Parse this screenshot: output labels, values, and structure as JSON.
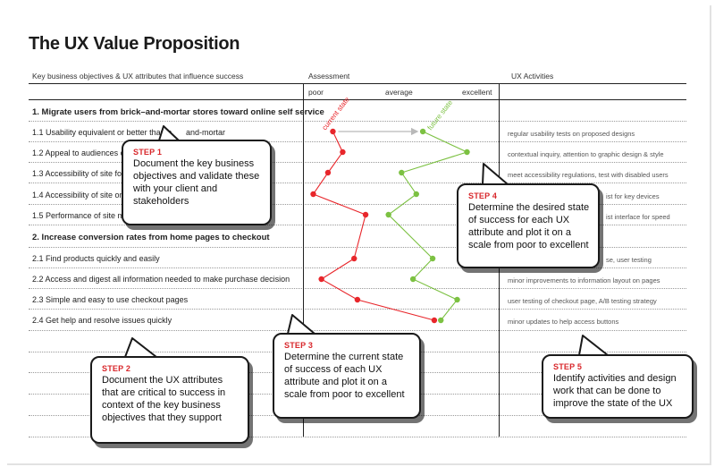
{
  "title": "The UX Value Proposition",
  "columns": {
    "objectives": "Key business objectives & UX attributes that influence success",
    "assessment": "Assessment",
    "activities": "UX Activities"
  },
  "scale": {
    "poor": "poor",
    "average": "average",
    "excellent": "excellent"
  },
  "rows": [
    {
      "id": "obj1",
      "text": "1. Migrate users from brick–and-mortar stores toward online self service",
      "type": "objective",
      "activity": ""
    },
    {
      "id": "1.1",
      "text": "1.1 Usability equivalent or better than b",
      "type": "attribute",
      "activity": "regular usability tests on proposed designs"
    },
    {
      "id": "1.1b",
      "text": "and-mortar",
      "type": "fragment",
      "activity": ""
    },
    {
      "id": "1.2",
      "text": "1.2 Appeal to audiences cu",
      "type": "attribute",
      "activity": "contextual inquiry, attention to graphic design & style"
    },
    {
      "id": "1.3",
      "text": "1.3 Accessibility of site for c",
      "type": "attribute",
      "activity": "meet accessibility regulations, test with disabled users"
    },
    {
      "id": "1.4",
      "text": "1.4  Accessibility of site on m",
      "type": "attribute",
      "activity": "ist for key devices"
    },
    {
      "id": "1.5",
      "text": "1.5  Performance of site m",
      "type": "attribute",
      "activity": "ist interface for speed"
    },
    {
      "id": "obj2",
      "text": "2. Increase conversion rates from home pages to checkout",
      "type": "objective",
      "activity": ""
    },
    {
      "id": "2.1",
      "text": "2.1 Find products quickly and easily",
      "type": "attribute",
      "activity": "se, user testing"
    },
    {
      "id": "2.2",
      "text": "2.2  Access and digest all information needed to make purchase decision",
      "type": "attribute",
      "activity": "minor improvements to information layout on pages"
    },
    {
      "id": "2.3",
      "text": "2.3  Simple and easy to use checkout pages",
      "type": "attribute",
      "activity": "user testing of checkout page, A/B testing strategy"
    },
    {
      "id": "2.4",
      "text": "2.4  Get help and resolve issues quickly",
      "type": "attribute",
      "activity": "minor updates to help access buttons"
    }
  ],
  "chart_data": {
    "type": "line",
    "x_scale": [
      "poor",
      "average",
      "excellent"
    ],
    "x_range": [
      0,
      1
    ],
    "categories": [
      "1.1",
      "1.2",
      "1.3",
      "1.4",
      "1.5",
      "2.1",
      "2.2",
      "2.3",
      "2.4"
    ],
    "series": [
      {
        "name": "current state",
        "color": "#e8262b",
        "values": [
          0.15,
          0.21,
          0.12,
          0.03,
          0.35,
          0.28,
          0.08,
          0.3,
          0.77
        ]
      },
      {
        "name": "future state",
        "color": "#7cc142",
        "values": [
          0.7,
          0.97,
          0.57,
          0.66,
          0.49,
          0.76,
          0.64,
          0.91,
          0.81
        ]
      }
    ],
    "connector": {
      "from": "current state",
      "to": "future state",
      "row": "1.1",
      "color": "#b9b9b9"
    }
  },
  "callouts": [
    {
      "id": "step1",
      "step": "STEP 1",
      "text": "Document the key  business objectives and validate these with your client and stakeholders"
    },
    {
      "id": "step2",
      "step": "STEP 2",
      "text": "Document the UX attributes that are critical to success in context of the key business objectives that they support"
    },
    {
      "id": "step3",
      "step": "STEP 3",
      "text": "Determine the current state of success of each UX attribute and plot it on a scale from poor to excellent"
    },
    {
      "id": "step4",
      "step": "STEP 4",
      "text": "Determine the desired state of success for each UX attribute and plot it on a scale from poor to excellent"
    },
    {
      "id": "step5",
      "step": "STEP 5",
      "text": "Identify activities and design work that can be done to improve the state of the UX"
    }
  ]
}
